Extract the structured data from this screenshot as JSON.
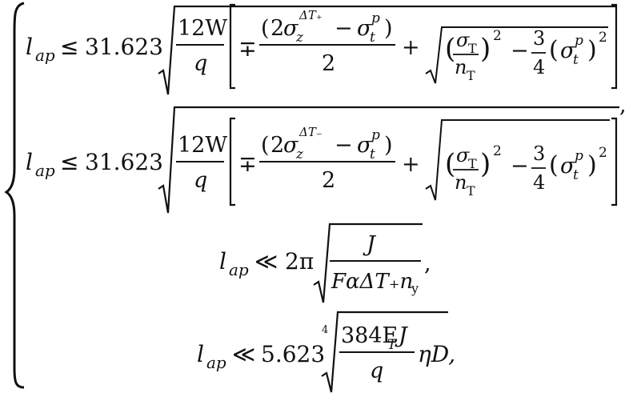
{
  "formula": {
    "lhs": "l",
    "lhs_sub": "ap",
    "rel_le": "≤",
    "rel_ll": "≪",
    "const_a": "31.623",
    "const_b": "2π",
    "const_c": "5.623",
    "root_index": "4",
    "frac_12w_num": "12W",
    "frac_12w_den": "q",
    "mp": "∓",
    "sigma": "σ",
    "sub_z": "z",
    "sup_dt_plus": "ΔT₊",
    "sup_dt_minus": "ΔT₋",
    "two": "2",
    "minus": "−",
    "plus": "+",
    "sub_t": "t",
    "sup_p": "p",
    "sigma_T": "σ",
    "sub_T": "T",
    "n": "n",
    "sup_2": "2",
    "three": "3",
    "four": "4",
    "comma": ",",
    "J": "J",
    "den_line3": "FαΔT₊n",
    "sub_y": "y",
    "num_line4": "384E",
    "sub_T4": "T",
    "J4": "J",
    "q": "q",
    "eta_D": "ηD,"
  }
}
